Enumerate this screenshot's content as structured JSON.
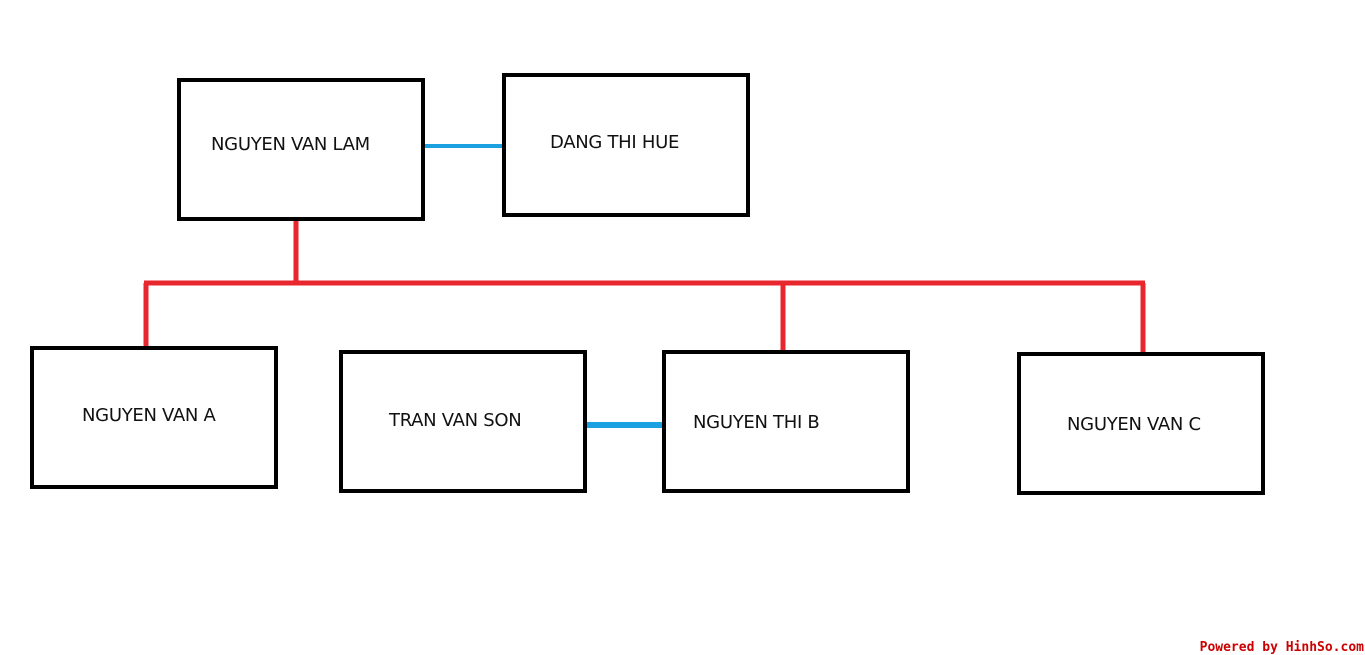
{
  "colors": {
    "box_border": "#000000",
    "descent_line": "#e8262e",
    "marriage_line": "#1ba1e2",
    "watermark": "#cc0000"
  },
  "people": {
    "lam": "NGUYEN VAN LAM",
    "hue": "DANG THI HUE",
    "a": "NGUYEN VAN A",
    "son": "TRAN VAN SON",
    "b": "NGUYEN THI B",
    "c": "NGUYEN VAN C"
  },
  "relations": {
    "marriages": [
      [
        "lam",
        "hue"
      ],
      [
        "son",
        "b"
      ]
    ],
    "children_of_lam": [
      "a",
      "b",
      "c"
    ]
  },
  "watermark": "Powered by HinhSo.com"
}
